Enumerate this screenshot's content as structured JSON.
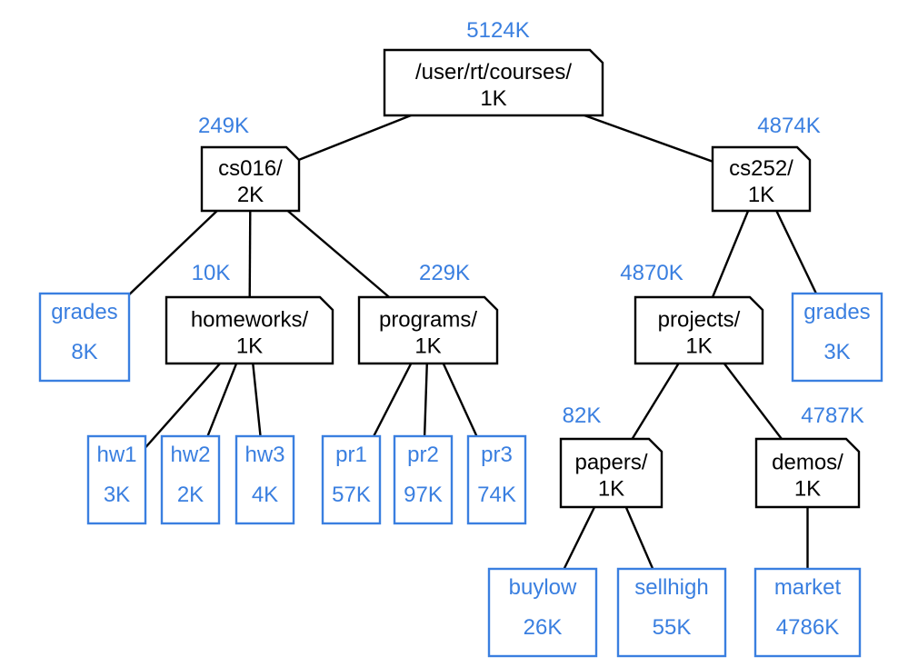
{
  "colors": {
    "edge": "#000000",
    "dir_border": "#000000",
    "file_border": "#3a7fe0",
    "text_blue": "#3a7fe0",
    "text_black": "#000000"
  },
  "nodes": {
    "root": {
      "type": "dir",
      "name": "/user/rt/courses/",
      "size": "1K",
      "total": "5124K"
    },
    "cs016": {
      "type": "dir",
      "name": "cs016/",
      "size": "2K",
      "total": "249K"
    },
    "cs252": {
      "type": "dir",
      "name": "cs252/",
      "size": "1K",
      "total": "4874K"
    },
    "grades1": {
      "type": "file",
      "name": "grades",
      "size": "8K"
    },
    "homeworks": {
      "type": "dir",
      "name": "homeworks/",
      "size": "1K",
      "total": "10K"
    },
    "programs": {
      "type": "dir",
      "name": "programs/",
      "size": "1K",
      "total": "229K"
    },
    "projects": {
      "type": "dir",
      "name": "projects/",
      "size": "1K",
      "total": "4870K"
    },
    "grades2": {
      "type": "file",
      "name": "grades",
      "size": "3K"
    },
    "hw1": {
      "type": "file",
      "name": "hw1",
      "size": "3K"
    },
    "hw2": {
      "type": "file",
      "name": "hw2",
      "size": "2K"
    },
    "hw3": {
      "type": "file",
      "name": "hw3",
      "size": "4K"
    },
    "pr1": {
      "type": "file",
      "name": "pr1",
      "size": "57K"
    },
    "pr2": {
      "type": "file",
      "name": "pr2",
      "size": "97K"
    },
    "pr3": {
      "type": "file",
      "name": "pr3",
      "size": "74K"
    },
    "papers": {
      "type": "dir",
      "name": "papers/",
      "size": "1K",
      "total": "82K"
    },
    "demos": {
      "type": "dir",
      "name": "demos/",
      "size": "1K",
      "total": "4787K"
    },
    "buylow": {
      "type": "file",
      "name": "buylow",
      "size": "26K"
    },
    "sellhigh": {
      "type": "file",
      "name": "sellhigh",
      "size": "55K"
    },
    "market": {
      "type": "file",
      "name": "market",
      "size": "4786K"
    }
  },
  "edges": [
    [
      "root",
      "cs016"
    ],
    [
      "root",
      "cs252"
    ],
    [
      "cs016",
      "grades1"
    ],
    [
      "cs016",
      "homeworks"
    ],
    [
      "cs016",
      "programs"
    ],
    [
      "homeworks",
      "hw1"
    ],
    [
      "homeworks",
      "hw2"
    ],
    [
      "homeworks",
      "hw3"
    ],
    [
      "programs",
      "pr1"
    ],
    [
      "programs",
      "pr2"
    ],
    [
      "programs",
      "pr3"
    ],
    [
      "cs252",
      "projects"
    ],
    [
      "cs252",
      "grades2"
    ],
    [
      "projects",
      "papers"
    ],
    [
      "projects",
      "demos"
    ],
    [
      "papers",
      "buylow"
    ],
    [
      "papers",
      "sellhigh"
    ],
    [
      "demos",
      "market"
    ]
  ]
}
